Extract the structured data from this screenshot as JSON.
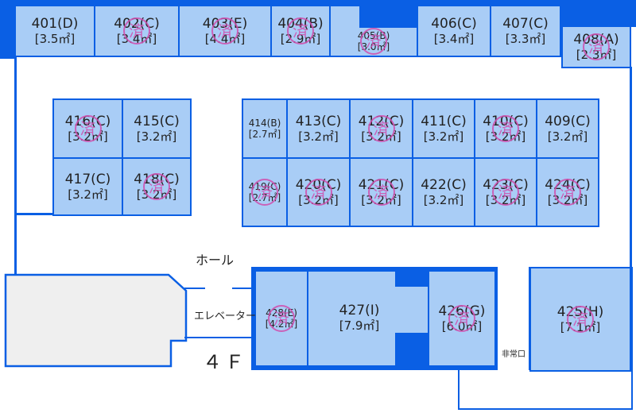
{
  "stamp_text": "済",
  "labels": {
    "hall": "ホール",
    "elevator": "エレベーター",
    "floor": "４Ｆ",
    "emergency_exit": "非常口"
  },
  "units": {
    "u401": {
      "num": "401(D)",
      "size": "[3.5㎡]"
    },
    "u402": {
      "num": "402(C)",
      "size": "[3.4㎡]"
    },
    "u403": {
      "num": "403(E)",
      "size": "[4.4㎡]"
    },
    "u404": {
      "num": "404(B)",
      "size": "[2.9㎡]"
    },
    "u405": {
      "num": "405(B)",
      "size": "[3.0㎡]"
    },
    "u406": {
      "num": "406(C)",
      "size": "[3.4㎡]"
    },
    "u407": {
      "num": "407(C)",
      "size": "[3.3㎡]"
    },
    "u408": {
      "num": "408(A)",
      "size": "[2.3㎡]"
    },
    "u409": {
      "num": "409(C)",
      "size": "[3.2㎡]"
    },
    "u410": {
      "num": "410(C)",
      "size": "[3.2㎡]"
    },
    "u411": {
      "num": "411(C)",
      "size": "[3.2㎡]"
    },
    "u412": {
      "num": "412(C)",
      "size": "[3.2㎡]"
    },
    "u413": {
      "num": "413(C)",
      "size": "[3.2㎡]"
    },
    "u414": {
      "num": "414(B)",
      "size": "[2.7㎡]"
    },
    "u415": {
      "num": "415(C)",
      "size": "[3.2㎡]"
    },
    "u416": {
      "num": "416(C)",
      "size": "[3.2㎡]"
    },
    "u417": {
      "num": "417(C)",
      "size": "[3.2㎡]"
    },
    "u418": {
      "num": "418(C)",
      "size": "[3.2㎡]"
    },
    "u419": {
      "num": "419(C)",
      "size": "[2.7㎡]"
    },
    "u420": {
      "num": "420(C)",
      "size": "[3.2㎡]"
    },
    "u421": {
      "num": "421(C)",
      "size": "[3.2㎡]"
    },
    "u422": {
      "num": "422(C)",
      "size": "[3.2㎡]"
    },
    "u423": {
      "num": "423(C)",
      "size": "[3.2㎡]"
    },
    "u424": {
      "num": "424(C)",
      "size": "[3.2㎡]"
    },
    "u425": {
      "num": "425(H)",
      "size": "[7.1㎡]"
    },
    "u426": {
      "num": "426(G)",
      "size": "[6.0㎡]"
    },
    "u427": {
      "num": "427(I)",
      "size": "[7.9㎡]"
    },
    "u428": {
      "num": "428(E)",
      "size": "[4.2㎡]"
    }
  },
  "occupied_units": [
    "402",
    "403",
    "404",
    "405",
    "408",
    "410",
    "412",
    "416",
    "418",
    "419",
    "420",
    "421",
    "423",
    "424",
    "425",
    "426",
    "428"
  ]
}
